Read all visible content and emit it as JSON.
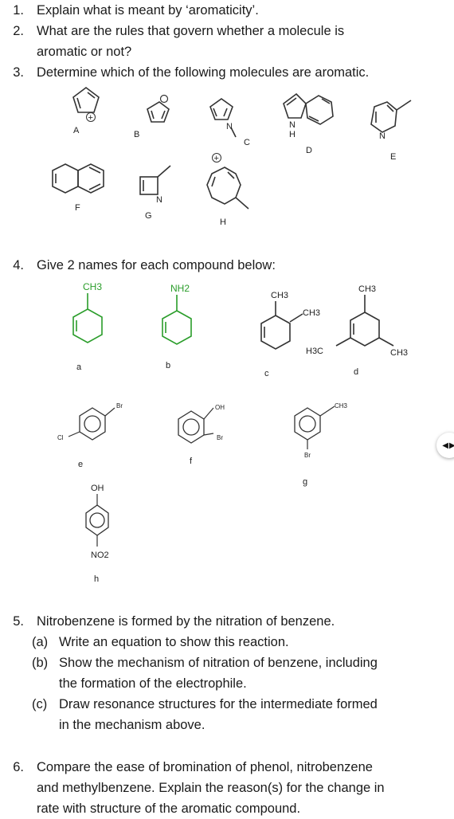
{
  "questions": [
    {
      "num": "1.",
      "lines": [
        "Explain what is meant by ‘aromaticity’."
      ]
    },
    {
      "num": "2.",
      "lines": [
        "What are the rules that govern whether a molecule is",
        "aromatic or not?"
      ]
    },
    {
      "num": "3.",
      "lines": [
        "Determine which of the following molecules are aromatic."
      ]
    },
    {
      "num": "4.",
      "lines": [
        "Give 2 names for each compound below:"
      ]
    },
    {
      "num": "5.",
      "lines": [
        "Nitrobenzene is formed by the nitration of benzene."
      ]
    },
    {
      "num": "6.",
      "lines": [
        "Compare the ease of bromination of phenol, nitrobenzene",
        "and methylbenzene. Explain the reason(s) for the change in",
        "rate with structure of the aromatic compound."
      ]
    }
  ],
  "q5_parts": [
    {
      "label": "(a)",
      "lines": [
        "Write an equation to show this reaction."
      ]
    },
    {
      "label": "(b)",
      "lines": [
        "Show the mechanism of nitration of benzene, including",
        "the formation of the electrophile."
      ]
    },
    {
      "label": "(c)",
      "lines": [
        "Draw resonance structures for the intermediate formed",
        "in the mechanism above."
      ]
    }
  ],
  "q3_labels": {
    "A": "A",
    "B": "B",
    "C": "C",
    "D": "D",
    "E": "E",
    "F": "F",
    "G": "G",
    "H": "H"
  },
  "q3_atoms": {
    "o": "O",
    "n": "N",
    "nh_n": "N",
    "nh_h": "H",
    "plus": "+"
  },
  "q4_labels": {
    "a": "a",
    "b": "b",
    "c": "c",
    "d": "d",
    "e": "e",
    "f": "f",
    "g": "g",
    "h": "h"
  },
  "q4_subs": {
    "a_ch3": "CH3",
    "b_nh2": "NH2",
    "c_ch3_top": "CH3",
    "c_ch3_side": "CH3",
    "d_ch3_top": "CH3",
    "d_h3c": "H3C",
    "d_ch3_right": "CH3",
    "e_br": "Br",
    "e_cl": "Cl",
    "f_oh": "OH",
    "f_br": "Br",
    "g_ch3": "CH3",
    "g_br": "Br",
    "h_oh": "OH",
    "h_no2": "NO2"
  },
  "scroll_icon": "left-right-arrows-icon",
  "colors": {
    "green": "#2a9d2a",
    "text": "#1a1a1a"
  }
}
